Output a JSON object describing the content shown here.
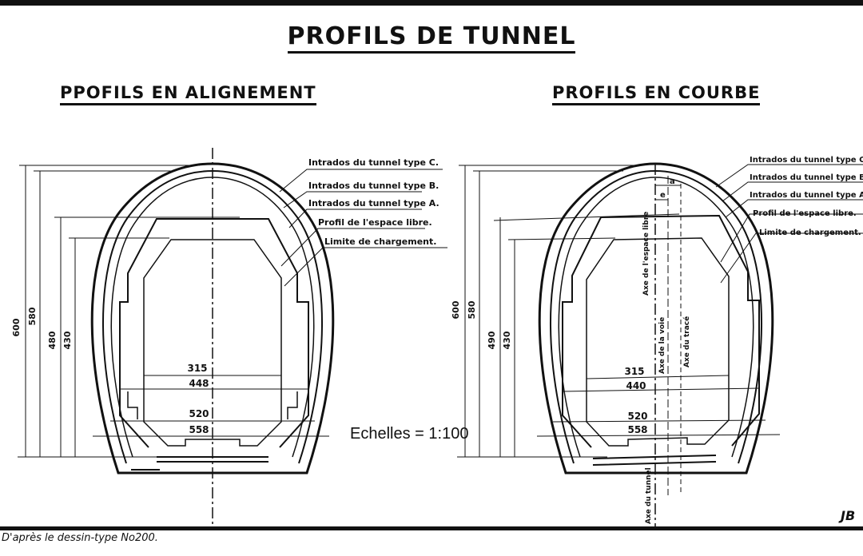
{
  "title": "PROFILS DE TUNNEL",
  "left_section": {
    "heading": "PPOFILS EN ALIGNEMENT",
    "legend": [
      "Intrados du tunnel type C.",
      "Intrados du tunnel type B.",
      "Intrados du tunnel type A.",
      "Profil de l'espace libre.",
      "Limite de chargement."
    ],
    "heights": [
      "600",
      "580",
      "480",
      "430"
    ],
    "widths": [
      "315",
      "448",
      "520",
      "558"
    ]
  },
  "right_section": {
    "heading": "PROFILS EN COURBE",
    "legend": [
      "Intrados du tunnel type C.",
      "Intrados du tunnel type B.",
      "Intrados du tunnel type A.",
      "Profil de l'espace libre.",
      "Limite de chargement."
    ],
    "heights": [
      "600",
      "580",
      "490",
      "430"
    ],
    "widths": [
      "315",
      "440",
      "520",
      "558"
    ],
    "axes": [
      "Axe de l'espace libre",
      "Axe de la voie",
      "Axe du tracé",
      "Axe du tunnel"
    ],
    "offsets": [
      "a",
      "e"
    ]
  },
  "scale_label": "Echelles = 1:100",
  "credit": "D'après le dessin-type No200.",
  "initials": "JB"
}
